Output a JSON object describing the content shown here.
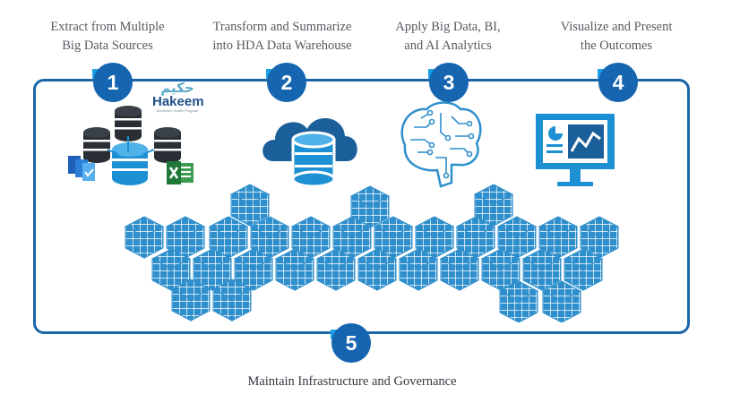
{
  "steps": [
    {
      "number": "1",
      "title": "Extract from Multiple\nBig Data Sources"
    },
    {
      "number": "2",
      "title": "Transform and Summarize\ninto HDA Data Warehouse"
    },
    {
      "number": "3",
      "title": "Apply Big Data, BI,\nand AI Analytics"
    },
    {
      "number": "4",
      "title": "Visualize and Present\nthe Outcomes"
    },
    {
      "number": "5",
      "title": "Maintain Infrastructure and Governance"
    }
  ],
  "logo": {
    "arabic": "حكيم",
    "name": "Hakeem",
    "tagline": "Electronic Health Program"
  },
  "icons": [
    "database-cluster-icon",
    "document-files-icon",
    "excel-icon",
    "cloud-database-icon",
    "brain-circuit-icon",
    "monitor-chart-icon",
    "cube-cluster-icon"
  ],
  "colors": {
    "frame": "#1a66a8",
    "badge": "#1565b0",
    "badge_tab": "#1aa0e6",
    "cube": "#2f8fcc",
    "dark": "#1b5f9a",
    "text": "#555a60"
  }
}
